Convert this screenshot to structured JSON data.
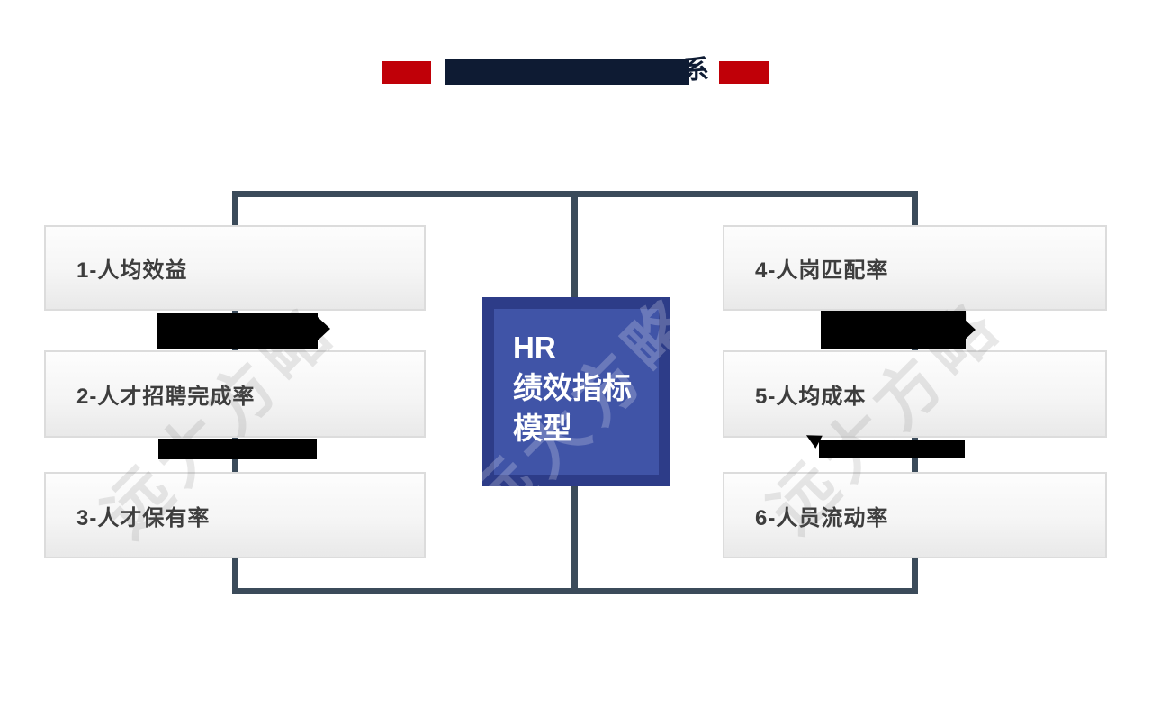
{
  "title": {
    "visible_suffix": "系",
    "redacted": true,
    "accent_color": "#c00008",
    "text_color": "#0e1b33"
  },
  "center_box": {
    "line1": "HR",
    "line2": "绩效指标",
    "line3": "模型",
    "outer_color": "#2d3c88",
    "inner_color": "#4054a7",
    "text_color": "#ffffff"
  },
  "boxes": [
    {
      "label": "1-人均效益"
    },
    {
      "label": "2-人才招聘完成率"
    },
    {
      "label": "3-人才保有率"
    },
    {
      "label": "4-人岗匹配率"
    },
    {
      "label": "5-人均成本"
    },
    {
      "label": "6-人员流动率"
    }
  ],
  "watermark": {
    "text": "远大方略"
  },
  "colors": {
    "connector_line": "#3b4b5a",
    "box_border": "#dcdcdc",
    "box_gradient_top": "#fdfdfd",
    "box_gradient_bottom": "#e9e9e9",
    "redaction": "#000000",
    "background": "#ffffff"
  }
}
